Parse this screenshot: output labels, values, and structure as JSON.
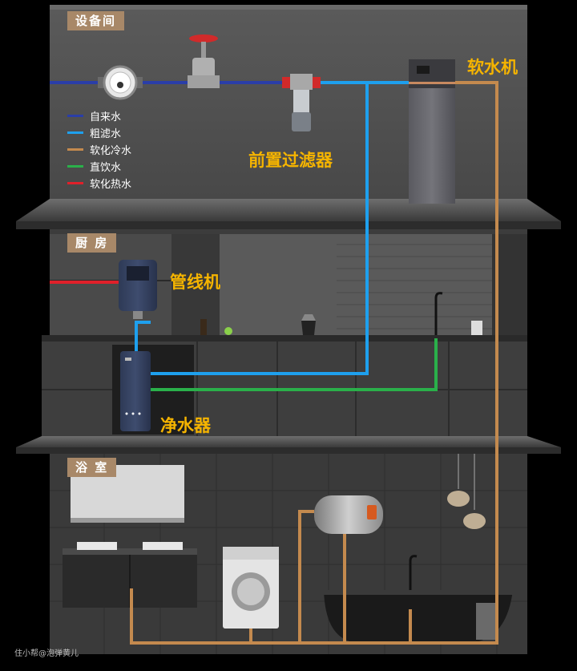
{
  "rooms": {
    "equipment": "设备间",
    "kitchen": "厨 房",
    "bathroom": "浴 室"
  },
  "devices": {
    "softener": "软水机",
    "prefilter": "前置过滤器",
    "pipeline": "管线机",
    "purifier": "净水器"
  },
  "legend": [
    {
      "label": "自来水",
      "color": "#2a3ea8"
    },
    {
      "label": "粗滤水",
      "color": "#1ea0ee"
    },
    {
      "label": "软化冷水",
      "color": "#c48a4e"
    },
    {
      "label": "直饮水",
      "color": "#2ab04a"
    },
    {
      "label": "软化热水",
      "color": "#e0202a"
    }
  ],
  "watermark": "住小帮@泡弹黄儿"
}
